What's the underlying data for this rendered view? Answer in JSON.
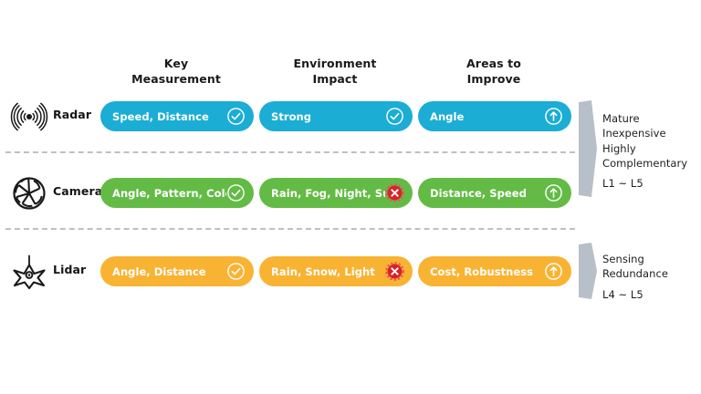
{
  "headers": [
    {
      "id": "key-measurement",
      "label": "Key\nMeasurement"
    },
    {
      "id": "environment-impact",
      "label": "Environment\nImpact"
    },
    {
      "id": "areas-to-improve",
      "label": "Areas to\nImprove"
    }
  ],
  "colors": {
    "radar": "#1CADD4",
    "camera": "#63BB46",
    "lidar": "#F9B333",
    "check_badge": "#ffffff",
    "cross_badge": "#D8232A",
    "cross_badge_ring": "#E8555A",
    "arrow_gray": "#B7C0C9",
    "divider": "#B9C1C9",
    "text_dark": "#1A1A1A"
  },
  "rows": [
    {
      "id": "radar",
      "sensor": "Radar",
      "icon": "radar-waves-icon",
      "color": "#1CADD4",
      "cells": [
        {
          "text": "Speed, Distance",
          "badge": "check-icon"
        },
        {
          "text": "Strong",
          "badge": "check-icon"
        },
        {
          "text": "Angle",
          "badge": "arrow-up-icon"
        }
      ]
    },
    {
      "id": "camera",
      "sensor": "Camera",
      "icon": "camera-aperture-icon",
      "color": "#63BB46",
      "cells": [
        {
          "text": "Angle, Pattern, Color",
          "badge": "check-icon"
        },
        {
          "text": "Rain, Fog, Night, Sun",
          "badge": "cross-icon"
        },
        {
          "text": "Distance, Speed",
          "badge": "arrow-up-icon"
        }
      ]
    },
    {
      "id": "lidar",
      "sensor": "Lidar",
      "icon": "lidar-starburst-icon",
      "color": "#F9B333",
      "cells": [
        {
          "text": "Angle, Distance",
          "badge": "check-icon"
        },
        {
          "text": "Rain, Snow, Light",
          "badge": "cross-icon"
        },
        {
          "text": "Cost, Robustness",
          "badge": "arrow-up-icon"
        }
      ]
    }
  ],
  "notes": [
    {
      "id": "radar-note",
      "lines": "Mature\nInexpensive\nHighly\nComplementary",
      "level": "L1 ~ L5"
    },
    {
      "id": "lidar-note",
      "lines": "Sensing\nRedundance",
      "level": "L4 ~ L5"
    }
  ]
}
